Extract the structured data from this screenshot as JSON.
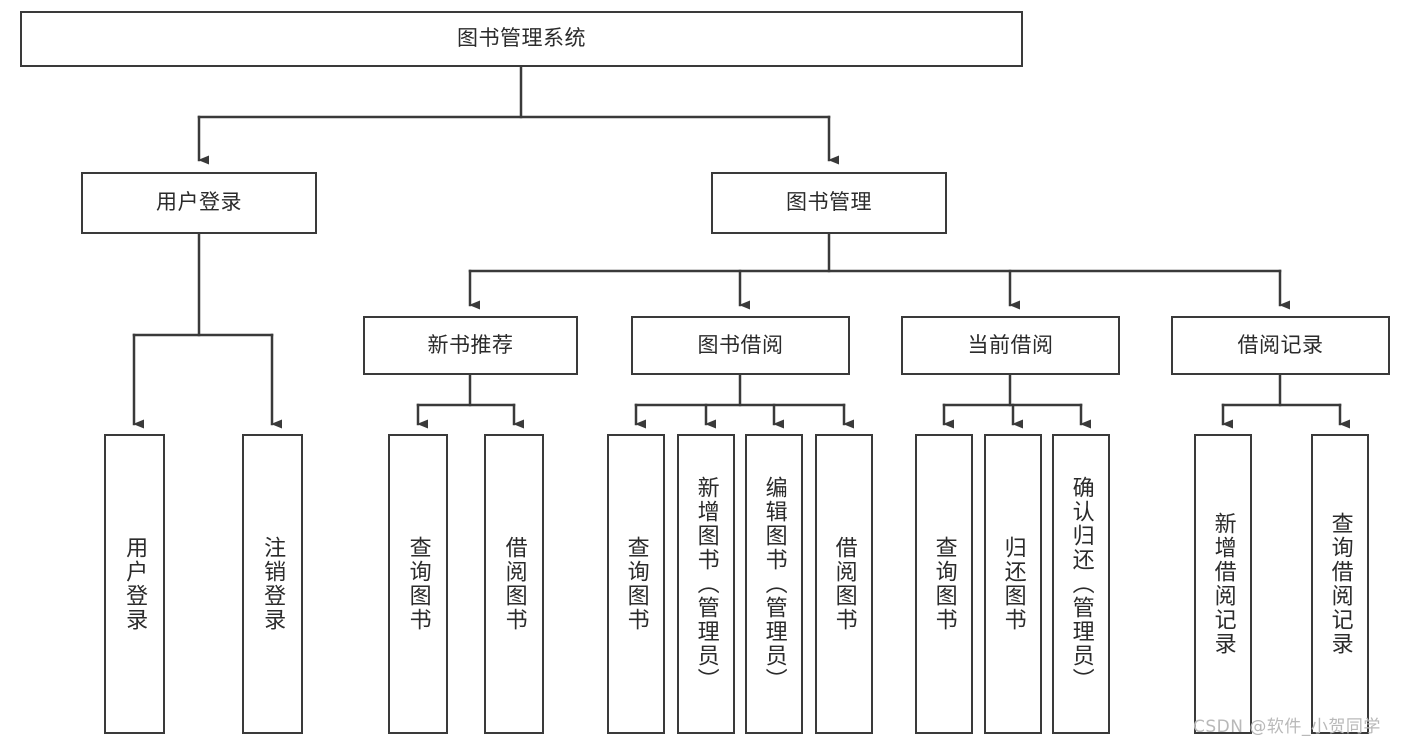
{
  "diagram": {
    "title": "图书管理系统",
    "watermark": "CSDN @软件_小贺同学",
    "colors": {
      "box_border": "#3a3a3a",
      "text": "#2b2b2b",
      "connector": "#3a3a3a",
      "background": "#ffffff",
      "watermark": "#b9b9b9"
    },
    "nodes": {
      "root": {
        "label": "图书管理系统"
      },
      "level2": [
        {
          "label": "用户登录"
        },
        {
          "label": "图书管理"
        }
      ],
      "level3": [
        {
          "label": "新书推荐"
        },
        {
          "label": "图书借阅"
        },
        {
          "label": "当前借阅"
        },
        {
          "label": "借阅记录"
        }
      ],
      "leaves": {
        "user_login": [
          {
            "label": "用户登录"
          },
          {
            "label": "注销登录"
          }
        ],
        "new_book_recommend": [
          {
            "label": "查询图书"
          },
          {
            "label": "借阅图书"
          }
        ],
        "book_borrow": [
          {
            "label": "查询图书"
          },
          {
            "label": "新增图书（管理员）"
          },
          {
            "label": "编辑图书（管理员）"
          },
          {
            "label": "借阅图书"
          }
        ],
        "current_borrow": [
          {
            "label": "查询图书"
          },
          {
            "label": "归还图书"
          },
          {
            "label": "确认归还（管理员）"
          }
        ],
        "borrow_record": [
          {
            "label": "新增借阅记录"
          },
          {
            "label": "查询借阅记录"
          }
        ]
      }
    }
  }
}
